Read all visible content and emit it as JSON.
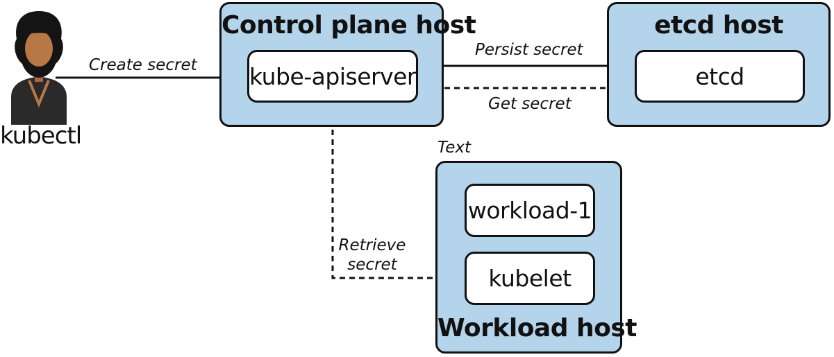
{
  "hosts": {
    "control_plane": {
      "title": "Control plane host",
      "component": "kube-apiserver"
    },
    "etcd": {
      "title": "etcd host",
      "component": "etcd"
    },
    "workload": {
      "title": "Workload host",
      "components": [
        "workload-1",
        "kubelet"
      ]
    }
  },
  "actor": {
    "label": "kubectl",
    "icon": "user-avatar-icon"
  },
  "edges": {
    "create": "Create secret",
    "persist": "Persist secret",
    "get": "Get secret",
    "retrieve_line1": "Retrieve",
    "retrieve_line2": "secret",
    "text_note": "Text"
  },
  "colors": {
    "host_fill": "#b3d4ea",
    "component_fill": "#ffffff",
    "stroke": "#111111"
  }
}
